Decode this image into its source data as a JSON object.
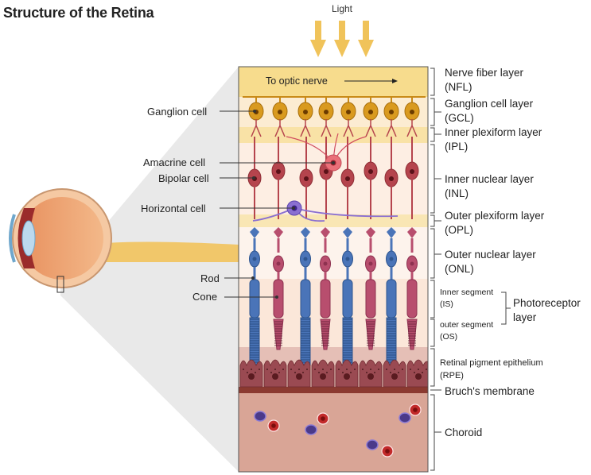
{
  "title": "Structure of the Retina",
  "light_label": "Light",
  "optic_nerve_label": "To optic nerve",
  "left_labels": {
    "ganglion": "Ganglion cell",
    "amacrine": "Amacrine cell",
    "bipolar": "Bipolar cell",
    "horizontal": "Horizontal cell",
    "rod": "Rod",
    "cone": "Cone"
  },
  "layers": {
    "nfl": [
      "Nerve fiber layer",
      "(NFL)"
    ],
    "gcl": [
      "Ganglion cell layer",
      "(GCL)"
    ],
    "ipl": [
      "Inner plexiform layer",
      "(IPL)"
    ],
    "inl": [
      "Inner nuclear layer",
      "(INL)"
    ],
    "opl": [
      "Outer plexiform layer",
      "(OPL)"
    ],
    "onl": [
      "Outer nuclear layer",
      "(ONL)"
    ],
    "is": [
      "Inner segment",
      "(IS)"
    ],
    "os": [
      "outer segment",
      "(OS)"
    ],
    "photoreceptor": [
      "Photoreceptor",
      "layer"
    ],
    "rpe": [
      "Retinal pigment epithelium",
      "(RPE)"
    ],
    "bruch": [
      "Bruch's membrane"
    ],
    "choroid": [
      "Choroid"
    ]
  },
  "colors": {
    "ganglion": "#d99a1f",
    "bipolar": "#b5444d",
    "rod": "#4a74b8",
    "cone": "#b84e6e",
    "horizontal": "#8a6fd1",
    "rpe": "#9a4a52",
    "choroid": "#d9a596",
    "nfl": "#f7dc8d"
  }
}
